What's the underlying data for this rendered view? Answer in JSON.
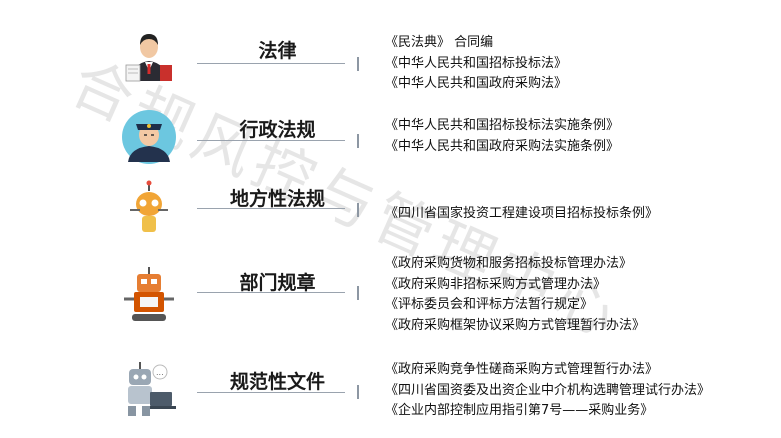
{
  "watermark": "合规风控与管理中心",
  "rows": [
    {
      "category": "法律",
      "icon": "judge-icon",
      "items": [
        "《民法典》 合同编",
        "《中华人民共和国招标投标法》",
        "《中华人民共和国政府采购法》"
      ]
    },
    {
      "category": "行政法规",
      "icon": "police-officer-icon",
      "items": [
        "《中华人民共和国招标投标法实施条例》",
        "《中华人民共和国政府采购法实施条例》"
      ]
    },
    {
      "category": "地方性法规",
      "icon": "robot-icon",
      "items": [
        "《四川省国家投资工程建设项目招标投标条例》"
      ]
    },
    {
      "category": "部门规章",
      "icon": "robot-icon",
      "items": [
        "《政府采购货物和服务招标投标管理办法》",
        "《政府采购非招标采购方式管理办法》",
        "《评标委员会和评标方法暂行规定》",
        "《政府采购框架协议采购方式管理暂行办法》"
      ]
    },
    {
      "category": "规范性文件",
      "icon": "robot-laptop-icon",
      "items": [
        "《政府采购竞争性磋商采购方式管理暂行办法》",
        "《四川省国资委及出资企业中介机构选聘管理试行办法》",
        "《企业内部控制应用指引第7号——采购业务》"
      ]
    }
  ]
}
